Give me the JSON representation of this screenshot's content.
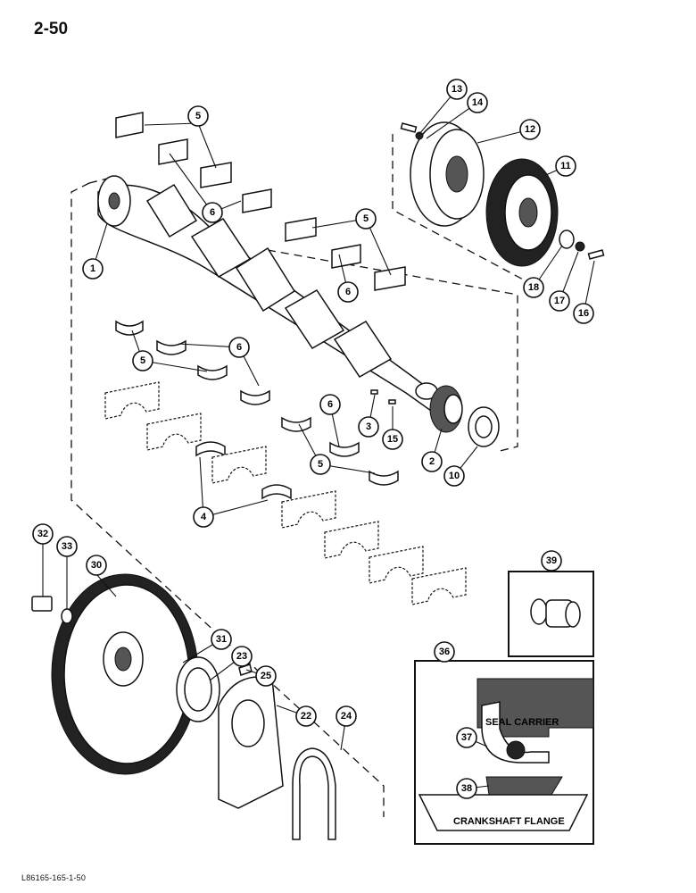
{
  "page": {
    "number": "2-50",
    "reference_code": "L86165-165-1-50"
  },
  "inset_labels": {
    "seal_carrier": "SEAL CARRIER",
    "crankshaft_flange": "CRANKSHAFT FLANGE"
  },
  "callouts": [
    "1",
    "2",
    "3",
    "4",
    "5",
    "6",
    "10",
    "11",
    "12",
    "13",
    "14",
    "15",
    "16",
    "17",
    "18",
    "22",
    "23",
    "24",
    "25",
    "30",
    "31",
    "32",
    "33",
    "36",
    "37",
    "38",
    "39"
  ]
}
